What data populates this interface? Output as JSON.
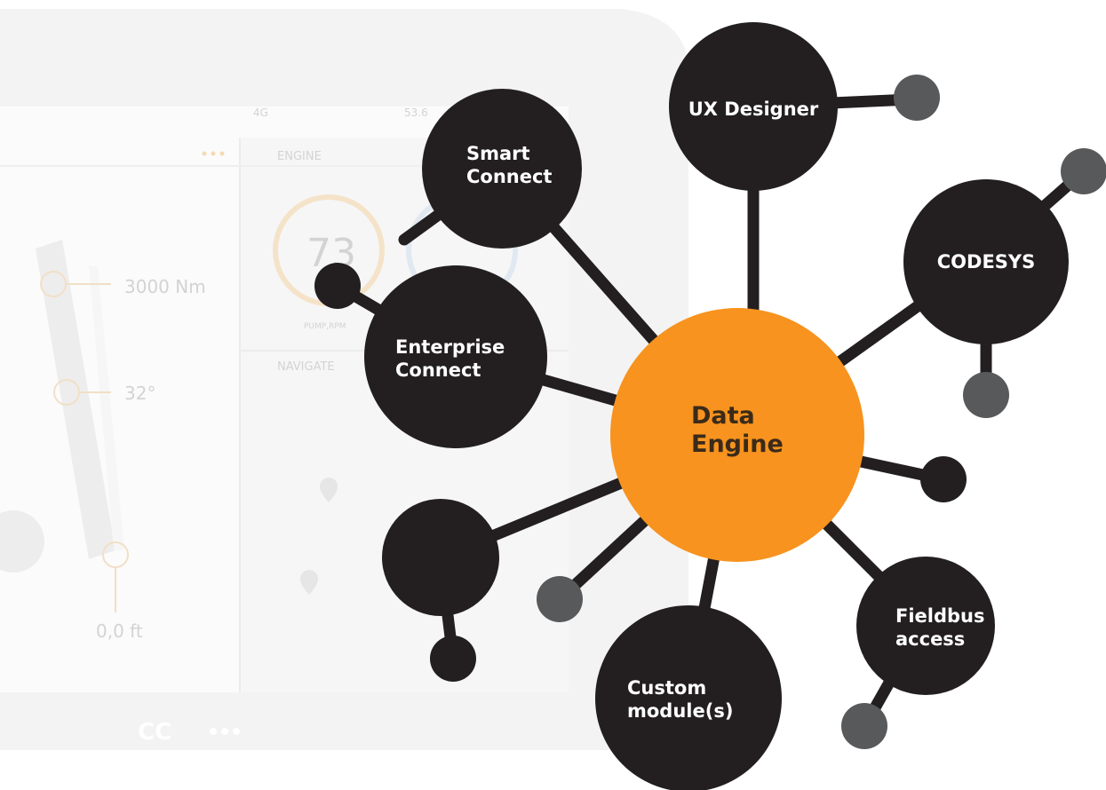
{
  "background": {
    "status_items": [
      "4G",
      "53.6"
    ],
    "engine_label": "ENGINE",
    "navigate_label": "NAVIGATE",
    "gauge_value": "73",
    "gauge_caption": "PUMP,RPM",
    "readout_torque": "3000 Nm",
    "readout_angle": "32°",
    "readout_height": "0,0 ft",
    "brand_mark": "CC"
  },
  "hub": {
    "lines": [
      "Data",
      "Engine"
    ]
  },
  "nodes": {
    "smart_connect": [
      "Smart",
      "Connect"
    ],
    "ux_designer": [
      "UX Designer"
    ],
    "codesys": [
      "CODESYS"
    ],
    "enterprise_connect": [
      "Enterprise",
      "Connect"
    ],
    "fieldbus_access": [
      "Fieldbus",
      "access"
    ],
    "custom_modules": [
      "Custom",
      "module(s)"
    ]
  },
  "colors": {
    "hub": "#f7931e",
    "node": "#231f20",
    "satellite_grey": "#58595b",
    "background_device": "#eeeeee"
  }
}
